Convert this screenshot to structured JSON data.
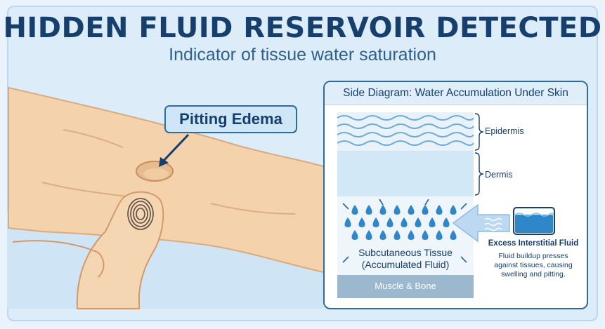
{
  "header": {
    "title": "HIDDEN FLUID RESERVOIR DETECTED",
    "subtitle": "Indicator of tissue water saturation"
  },
  "illustration": {
    "callout_label": "Pitting Edema"
  },
  "side_diagram": {
    "title": "Side Diagram: Water Accumulation Under Skin",
    "layers": [
      {
        "label": "Epidermis"
      },
      {
        "label": "Dermis"
      }
    ],
    "subcutaneous_label_line1": "Subcutaneous Tissue",
    "subcutaneous_label_line2": "(Accumulated Fluid)",
    "base_label": "Muscle & Bone",
    "fluid_source": {
      "title": "Excess Interstitial Fluid",
      "description_line1": "Fluid buildup presses",
      "description_line2": "against tissues, causing",
      "description_line3": "swelling and pitting."
    }
  },
  "colors": {
    "title": "#163f6e",
    "accent": "#2e6b9f",
    "skin": "#f3d2ac",
    "water": "#2f86c8",
    "muscle": "#9bb8cf"
  }
}
